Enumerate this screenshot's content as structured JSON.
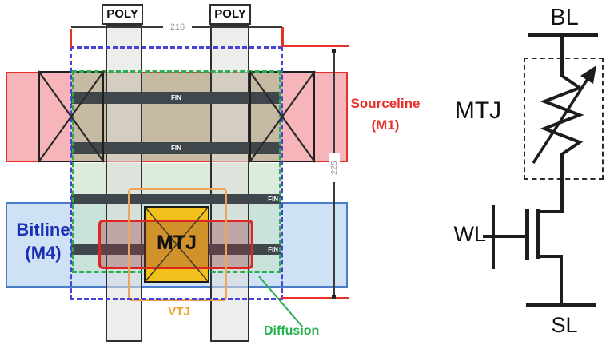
{
  "layout": {
    "poly_labels": [
      "POLY",
      "POLY"
    ],
    "dim_width": "216",
    "dim_height": "225",
    "fin_labels": [
      "FIN",
      "FIN",
      "FIN",
      "FIN"
    ],
    "sourceline_label": {
      "line1": "Sourceline",
      "line2": "(M1)"
    },
    "bitline_label": {
      "line1": "Bitline",
      "line2": "(M4)"
    },
    "mtj_label": "MTJ",
    "vtj_label": "VTJ",
    "diffusion_label": "Diffusion",
    "colors": {
      "sourceline_red": "#e8302a",
      "sourceline_fill": "#f6b6b9",
      "bitline_border": "#4a7cc7",
      "bitline_fill": "#cfe2f5",
      "bitline_text": "#1b2fb5",
      "diffusion_green": "#27ae4e",
      "cell_boundary_blue": "#4743d9",
      "vtj_orange": "#f0a45a",
      "mtj_yellow": "#f2c11e",
      "fin_dark": "#40474c",
      "overlap_tan": "#c6bba2",
      "overlap_teal": "#c9e2dc",
      "diffusion_fill": "#dcebdc"
    }
  },
  "schematic": {
    "bl_label": "BL",
    "mtj_label": "MTJ",
    "wl_label": "WL",
    "sl_label": "SL"
  }
}
